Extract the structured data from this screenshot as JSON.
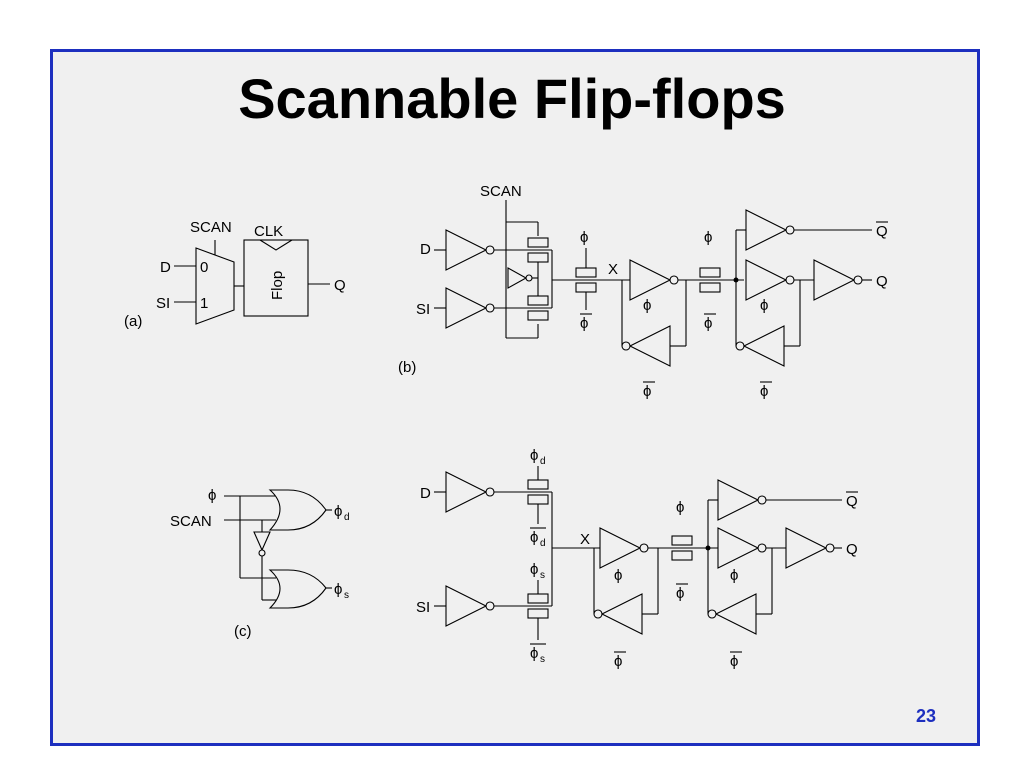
{
  "slide": {
    "title": "Scannable Flip-flops",
    "page_number": "23"
  },
  "diagram_a": {
    "label": "(a)",
    "scan": "SCAN",
    "clk": "CLK",
    "d": "D",
    "si": "SI",
    "in0": "0",
    "in1": "1",
    "flop": "Flop",
    "q": "Q"
  },
  "diagram_b": {
    "label": "(b)",
    "scan": "SCAN",
    "d": "D",
    "si": "SI",
    "x": "X",
    "q": "Q",
    "qbar": "Q",
    "phi": "ϕ"
  },
  "diagram_c": {
    "label": "(c)",
    "phi": "ϕ",
    "scan": "SCAN",
    "phi_d": "ϕ",
    "phi_s": "ϕ",
    "sub_d": "d",
    "sub_s": "s"
  },
  "diagram_d": {
    "d": "D",
    "si": "SI",
    "x": "X",
    "q": "Q",
    "qbar": "Q",
    "phi": "ϕ",
    "sub_d": "d",
    "sub_s": "s"
  }
}
